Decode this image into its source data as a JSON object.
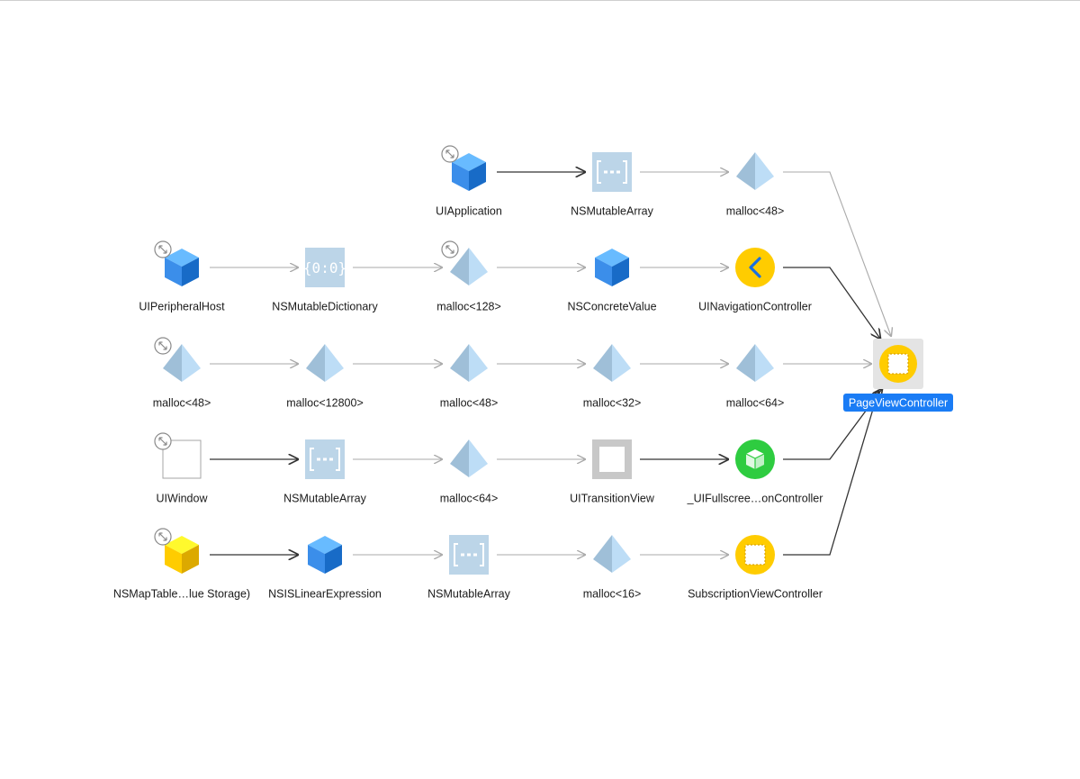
{
  "nodes": [
    {
      "id": "uiapplication",
      "label": "UIApplication",
      "type": "cube-blue",
      "root": true
    },
    {
      "id": "nsmutablearray-1",
      "label": "NSMutableArray",
      "type": "array"
    },
    {
      "id": "malloc48-1",
      "label": "malloc<48>",
      "type": "pyramid"
    },
    {
      "id": "uiperipheralhost",
      "label": "UIPeripheralHost",
      "type": "cube-blue",
      "root": true
    },
    {
      "id": "nsmutabledictionary",
      "label": "NSMutableDictionary",
      "type": "dict"
    },
    {
      "id": "malloc128",
      "label": "malloc<128>",
      "type": "pyramid",
      "root": true
    },
    {
      "id": "nsconcretevalue",
      "label": "NSConcreteValue",
      "type": "cube-blue"
    },
    {
      "id": "uinavigationcontroller",
      "label": "UINavigationController",
      "type": "nav-yellow"
    },
    {
      "id": "malloc48-2",
      "label": "malloc<48>",
      "type": "pyramid",
      "root": true
    },
    {
      "id": "malloc12800",
      "label": "malloc<12800>",
      "type": "pyramid"
    },
    {
      "id": "malloc48-3",
      "label": "malloc<48>",
      "type": "pyramid"
    },
    {
      "id": "malloc32",
      "label": "malloc<32>",
      "type": "pyramid"
    },
    {
      "id": "malloc64-1",
      "label": "malloc<64>",
      "type": "pyramid"
    },
    {
      "id": "uiwindow",
      "label": "UIWindow",
      "type": "window",
      "root": true
    },
    {
      "id": "nsmutablearray-2",
      "label": "NSMutableArray",
      "type": "array"
    },
    {
      "id": "malloc64-2",
      "label": "malloc<64>",
      "type": "pyramid"
    },
    {
      "id": "uitransitionview",
      "label": "UITransitionView",
      "type": "view-gray"
    },
    {
      "id": "uifullscreen",
      "label": "_UIFullscree…onController",
      "type": "cube-green"
    },
    {
      "id": "nsmaptable",
      "label": "NSMapTable…lue Storage)",
      "type": "cube-yellow",
      "root": true
    },
    {
      "id": "nsislinearexpression",
      "label": "NSISLinearExpression",
      "type": "cube-blue"
    },
    {
      "id": "nsmutablearray-3",
      "label": "NSMutableArray",
      "type": "array"
    },
    {
      "id": "malloc16",
      "label": "malloc<16>",
      "type": "pyramid"
    },
    {
      "id": "subscriptionviewcontroller",
      "label": "SubscriptionViewController",
      "type": "vc-yellow"
    }
  ],
  "target": {
    "id": "pageviewcontroller",
    "label": "PageViewController",
    "type": "vc-target"
  },
  "edges": [
    {
      "from": "uiapplication",
      "to": "nsmutablearray-1",
      "strong": true
    },
    {
      "from": "nsmutablearray-1",
      "to": "malloc48-1",
      "strong": false
    },
    {
      "from": "malloc48-1",
      "to": "pageviewcontroller",
      "strong": false
    },
    {
      "from": "uiperipheralhost",
      "to": "nsmutabledictionary",
      "strong": false
    },
    {
      "from": "nsmutabledictionary",
      "to": "malloc128",
      "strong": false
    },
    {
      "from": "malloc128",
      "to": "nsconcretevalue",
      "strong": false
    },
    {
      "from": "nsconcretevalue",
      "to": "uinavigationcontroller",
      "strong": false
    },
    {
      "from": "uinavigationcontroller",
      "to": "pageviewcontroller",
      "strong": true
    },
    {
      "from": "malloc48-2",
      "to": "malloc12800",
      "strong": false
    },
    {
      "from": "malloc12800",
      "to": "malloc48-3",
      "strong": false
    },
    {
      "from": "malloc48-3",
      "to": "malloc32",
      "strong": false
    },
    {
      "from": "malloc32",
      "to": "malloc64-1",
      "strong": false
    },
    {
      "from": "malloc64-1",
      "to": "pageviewcontroller",
      "strong": false
    },
    {
      "from": "uiwindow",
      "to": "nsmutablearray-2",
      "strong": true
    },
    {
      "from": "nsmutablearray-2",
      "to": "malloc64-2",
      "strong": false
    },
    {
      "from": "malloc64-2",
      "to": "uitransitionview",
      "strong": false
    },
    {
      "from": "uitransitionview",
      "to": "uifullscreen",
      "strong": true
    },
    {
      "from": "uifullscreen",
      "to": "pageviewcontroller",
      "strong": true
    },
    {
      "from": "nsmaptable",
      "to": "nsislinearexpression",
      "strong": true
    },
    {
      "from": "nsislinearexpression",
      "to": "nsmutablearray-3",
      "strong": false
    },
    {
      "from": "nsmutablearray-3",
      "to": "malloc16",
      "strong": false
    },
    {
      "from": "malloc16",
      "to": "subscriptionviewcontroller",
      "strong": false
    },
    {
      "from": "subscriptionviewcontroller",
      "to": "pageviewcontroller",
      "strong": true
    }
  ],
  "colors": {
    "cube_blue": "#3b8eea",
    "cube_yellow": "#ffcc00",
    "cube_green": "#2ecc40",
    "pyramid": "#a7c7e0",
    "container": "#bcd5e8",
    "edge_strong": "#333333",
    "edge_weak": "#aaaaaa",
    "target_badge": "#1a7cf5",
    "target_tile": "#e4e4e4"
  }
}
